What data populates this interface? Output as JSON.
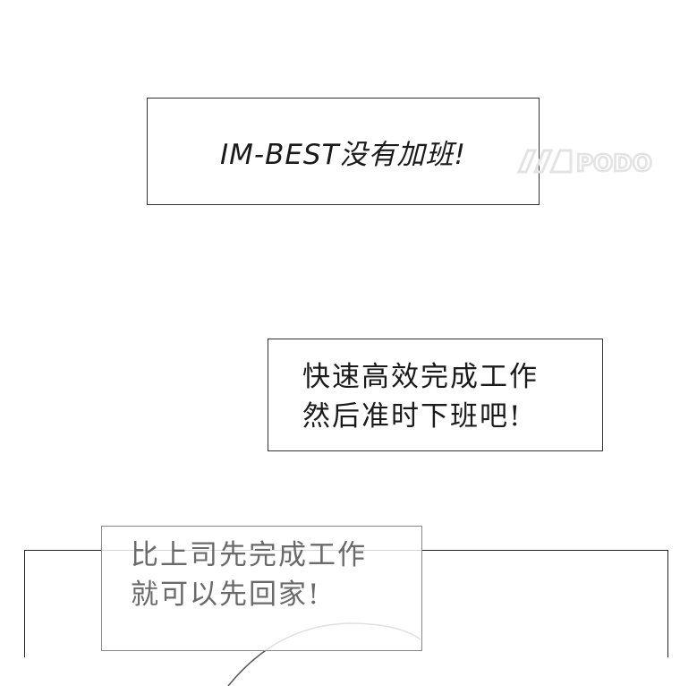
{
  "captions": {
    "top": "IM-BEST没有加班!",
    "middle": [
      "快速高效完成工作",
      "然后准时下班吧!"
    ],
    "bottom": [
      "比上司先完成工作",
      "就可以先回家!"
    ]
  },
  "watermark": {
    "text": "PODO",
    "icon": "podo-logo-icon",
    "color": "#e6e6e6"
  }
}
